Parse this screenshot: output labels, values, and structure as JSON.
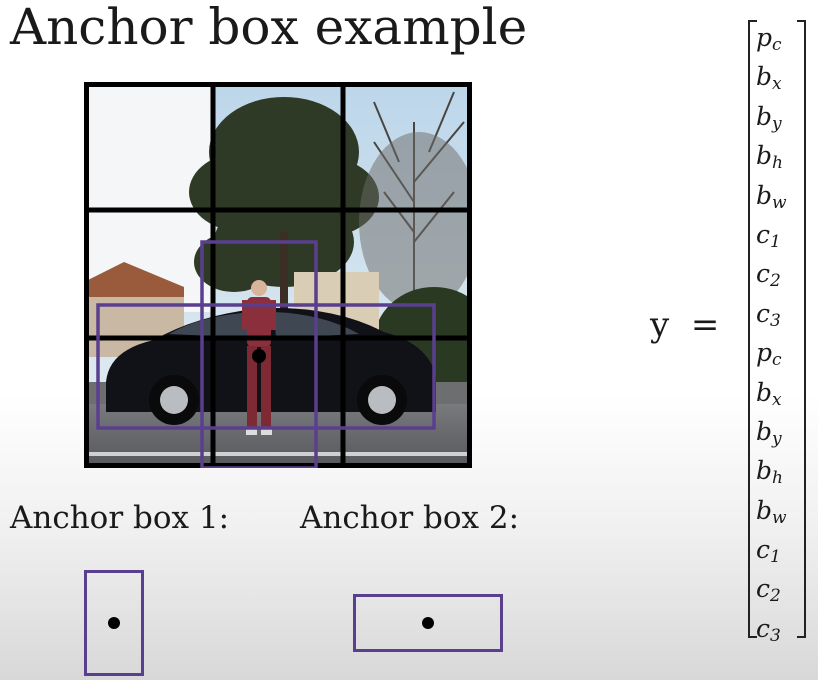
{
  "title": "Anchor box example",
  "anchor_boxes": [
    {
      "label": "Anchor box 1:",
      "shape": "tall-rectangle-with-center-dot"
    },
    {
      "label": "Anchor box 2:",
      "shape": "wide-rectangle-with-center-dot"
    }
  ],
  "equation": {
    "lhs": "y",
    "equals": "="
  },
  "output_vector": [
    {
      "symbol": "p",
      "subscript": "c"
    },
    {
      "symbol": "b",
      "subscript": "x"
    },
    {
      "symbol": "b",
      "subscript": "y"
    },
    {
      "symbol": "b",
      "subscript": "h"
    },
    {
      "symbol": "b",
      "subscript": "w"
    },
    {
      "symbol": "c",
      "subscript": "1"
    },
    {
      "symbol": "c",
      "subscript": "2"
    },
    {
      "symbol": "c",
      "subscript": "3"
    },
    {
      "symbol": "p",
      "subscript": "c"
    },
    {
      "symbol": "b",
      "subscript": "x"
    },
    {
      "symbol": "b",
      "subscript": "y"
    },
    {
      "symbol": "b",
      "subscript": "h"
    },
    {
      "symbol": "b",
      "subscript": "w"
    },
    {
      "symbol": "c",
      "subscript": "1"
    },
    {
      "symbol": "c",
      "subscript": "2"
    },
    {
      "symbol": "c",
      "subscript": "3"
    }
  ],
  "photo": {
    "description_icon": "street-photo-person-and-car",
    "grid": "3x3",
    "colors": {
      "grid": "#000000",
      "bounding_box": "#5a3f8e",
      "car": "#111118",
      "sky": "#cfe3f2"
    }
  }
}
